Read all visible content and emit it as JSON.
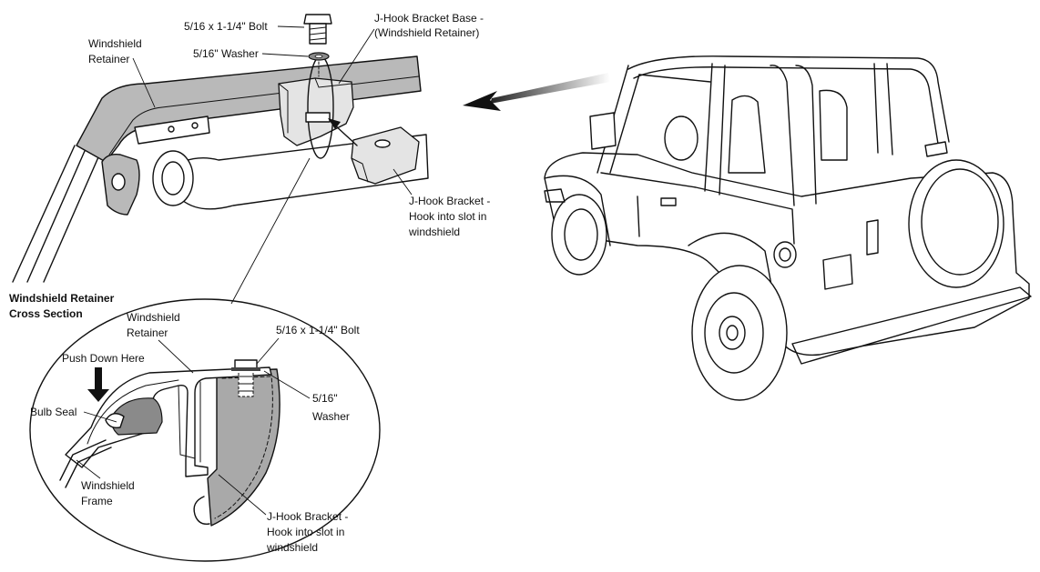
{
  "colors": {
    "line": "#111111",
    "retainer_fill": "#b9b9b9",
    "bracket_fill": "#a9a9a9",
    "seal_fill": "#8a8a8a",
    "background": "#ffffff"
  },
  "detail_view": {
    "labels": {
      "bolt": "5/16 x 1-1/4\" Bolt",
      "washer": "5/16\" Washer",
      "bracket_base_line1": "J-Hook Bracket Base -",
      "bracket_base_line2": "(Windshield Retainer)",
      "retainer_line1": "Windshield",
      "retainer_line2": "Retainer",
      "jhook_line1": "J-Hook Bracket -",
      "jhook_line2": "Hook into slot in",
      "jhook_line3": "windshield"
    }
  },
  "cross_section": {
    "heading_line1": "Windshield Retainer",
    "heading_line2": "Cross Section",
    "labels": {
      "retainer_line1": "Windshield",
      "retainer_line2": "Retainer",
      "bolt": "5/16 x 1-1/4\" Bolt",
      "push_down": "Push Down Here",
      "bulb_seal": "Bulb Seal",
      "washer_line1": "5/16\"",
      "washer_line2": "Washer",
      "frame_line1": "Windshield",
      "frame_line2": "Frame",
      "jhook_line1": "J-Hook Bracket -",
      "jhook_line2": "Hook into slot in",
      "jhook_line3": "windshield"
    }
  },
  "vehicle": {
    "icon": "jeep-vehicle-illustration"
  }
}
